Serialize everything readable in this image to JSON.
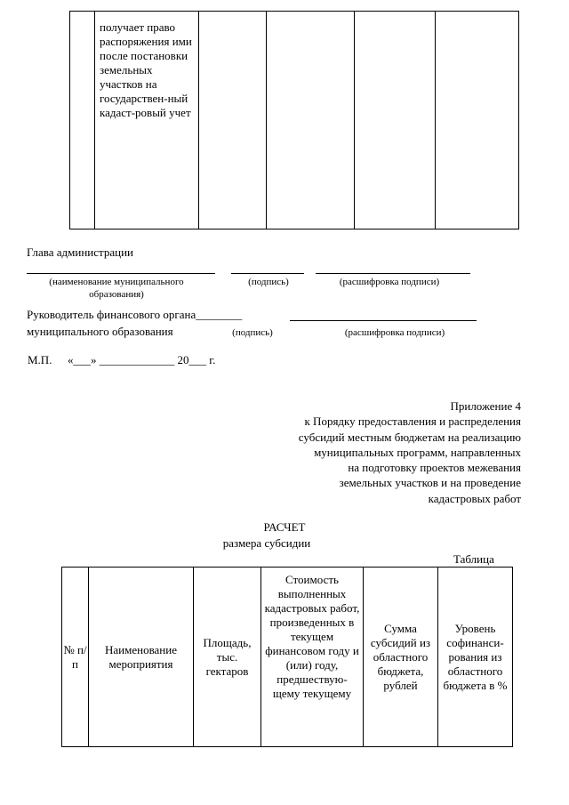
{
  "top_table": {
    "cell_text": "получает право распоряжения ими после постановки земельных участков на государствен-ный кадаст-ровый учет"
  },
  "signature_block_1": {
    "title": "Глава администрации",
    "caption_municipality": "(наименование муниципального образования)",
    "caption_signature": "(подпись)",
    "caption_decoding": "(расшифровка подписи)"
  },
  "signature_block_2": {
    "title_line1": "Руководитель финансового органа________",
    "title_line2": "муниципального образования",
    "caption_signature": "(подпись)",
    "caption_decoding": "(расшифровка подписи)"
  },
  "stamp_line": {
    "mp": "М.П.",
    "date_text": "«___» _____________ 20___ г."
  },
  "appendix": {
    "lines": [
      "Приложение 4",
      "к Порядку предоставления и распределения",
      "субсидий местным бюджетам на реализацию",
      "муниципальных программ, направленных",
      "на подготовку проектов межевания",
      "земельных участков и на проведение",
      "кадастровых работ"
    ]
  },
  "calc_heading": {
    "title": "РАСЧЕТ",
    "subtitle": "размера субсидии",
    "table_label": "Таблица"
  },
  "calc_table": {
    "headers": [
      "№ п/п",
      "Наименование мероприятия",
      "Площадь, тыс. гектаров",
      "Стоимость выполненных кадастровых работ, произведенных в текущем финансовом году и (или) году, предшествую-щему текущему",
      "Сумма субсидий из областного бюджета, рублей",
      "Уровень софинанси-рования из областного бюджета в %"
    ]
  }
}
